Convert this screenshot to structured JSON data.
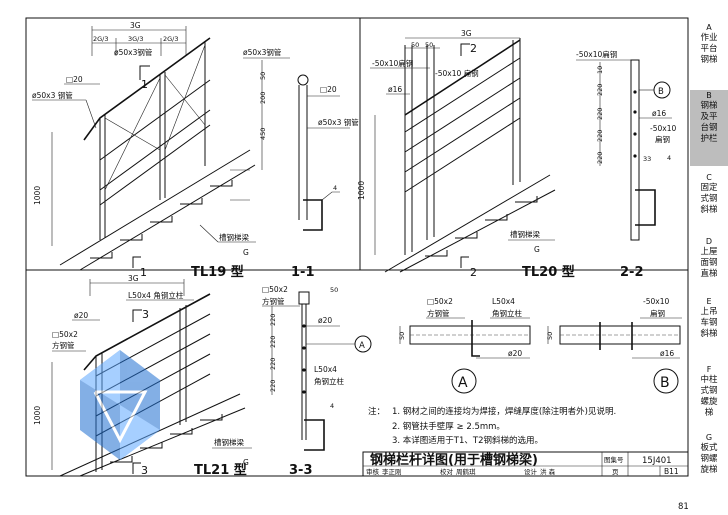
{
  "drawing_title": "钢梯栏杆详图(用于槽钢梯梁)",
  "atlas_label": "图集号",
  "atlas_no": "15J401",
  "page_label": "页",
  "page_code": "B11",
  "page_number": "81",
  "signatures": {
    "review_label": "审核",
    "review_name": "李正刚",
    "check_label": "校对",
    "check_name": "周鹤琪",
    "design_label": "设计",
    "design_name": "洪 森"
  },
  "notes": {
    "prefix": "注：",
    "items": [
      "1. 钢材之间的连接均为焊接，焊缝厚度(除注明者外)见说明.",
      "2. 钢管扶手壁厚 ≥ 2.5mm。",
      "3. 本详图适用于T1、T2钢斜梯的选用。"
    ]
  },
  "sidebar": [
    {
      "letter": "A",
      "lines": [
        "作业",
        "平台",
        "钢梯"
      ],
      "selected": false
    },
    {
      "letter": "B",
      "lines": [
        "钢梯",
        "及平",
        "台钢",
        "护栏"
      ],
      "selected": true
    },
    {
      "letter": "C",
      "lines": [
        "固定",
        "式钢",
        "斜梯"
      ],
      "selected": false
    },
    {
      "letter": "D",
      "lines": [
        "上屋",
        "面钢",
        "直梯"
      ],
      "selected": false
    },
    {
      "letter": "E",
      "lines": [
        "上吊",
        "车钢",
        "斜梯"
      ],
      "selected": false
    },
    {
      "letter": "F",
      "lines": [
        "中柱",
        "式钢",
        "螺旋",
        "梯"
      ],
      "selected": false
    },
    {
      "letter": "G",
      "lines": [
        "板式",
        "钢螺",
        "旋梯"
      ],
      "selected": false
    }
  ],
  "views": {
    "tl19": {
      "title": "TL19 型",
      "dim_total": "3G",
      "dim_a": "2G/3",
      "dim_b": "3G/3",
      "dim_c": "2G/3",
      "pipe_top": "ø50x3钢管",
      "pipe_side": "ø50x3 钢管",
      "tube": "□20",
      "height": "1000",
      "beam": "槽钢梯梁",
      "section": "1",
      "g": "G"
    },
    "s11": {
      "title": "1-1",
      "pipe": "ø50x3钢管",
      "d50": "50",
      "d200": "200",
      "d450": "450",
      "tube": "□20",
      "pipe2": "ø50x3 钢管",
      "weld": "4"
    },
    "tl20": {
      "title": "TL20 型",
      "dim_total": "3G",
      "d50a": "50",
      "d50b": "50",
      "flat1": "-50x10扁钢",
      "flat2": "-50x10 扁钢",
      "rod": "ø16",
      "height": "1000",
      "beam": "槽钢梯梁",
      "section": "2",
      "g": "G"
    },
    "s22": {
      "title": "2-2",
      "flat1": "-50x10扁钢",
      "d10": "10",
      "d220a": "220",
      "d220b": "220",
      "d220c": "220",
      "d220d": "220",
      "circle": "B",
      "rod": "ø16",
      "flat2": "-50x10",
      "flat2b": "扁钢",
      "d33": "33",
      "weld": "4"
    },
    "tl21": {
      "title": "TL21 型",
      "dim_total": "3G",
      "angle": "L50x4 角钢立柱",
      "rod": "ø20",
      "tube1": "□50x2",
      "tube2": "方钢管",
      "height": "1000",
      "beam": "槽钢梯梁",
      "section": "3",
      "g": "G"
    },
    "s33": {
      "title": "3-3",
      "tube1": "□50x2",
      "tube2": "方钢管",
      "d50": "50",
      "rod": "ø20",
      "d220a": "220",
      "d220b": "220",
      "d220c": "220",
      "d220d": "220",
      "angle1": "L50x4",
      "angle2": "角钢立柱",
      "circle": "A",
      "weld": "4"
    },
    "detA": {
      "label": "A",
      "tube1": "□50x2",
      "tube2": "方钢管",
      "angle1": "L50x4",
      "angle2": "角钢立柱",
      "d50": "50",
      "rod": "ø20"
    },
    "detB": {
      "label": "B",
      "flat1": "-50x10",
      "flat2": "扁钢",
      "d50": "50",
      "rod": "ø16"
    }
  }
}
